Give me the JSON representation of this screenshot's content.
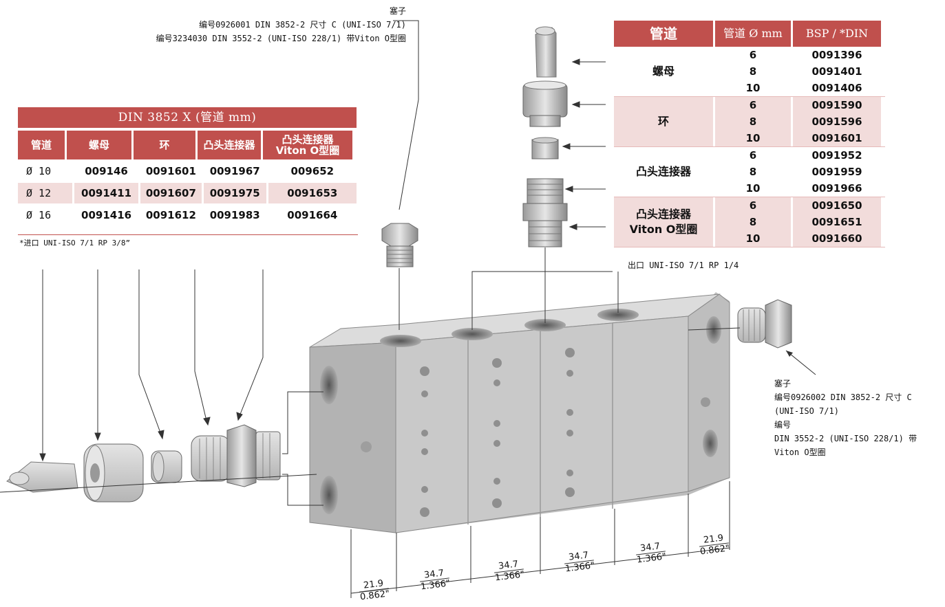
{
  "plug_top": {
    "title": "塞子",
    "line1": "编号0926001 DIN 3852-2 尺寸 C (UNI-ISO 7/1)",
    "line2": "编号3234030 DIN 3552-2 (UNI-ISO 228/1) 带Viton O型圈"
  },
  "plug_right": {
    "title": "塞子",
    "line1": "编号0926002 DIN 3852-2 尺寸 C",
    "line2": "(UNI-ISO 7/1)",
    "line3": "编号",
    "line4": "DIN 3552-2 (UNI-ISO 228/1) 带",
    "line5": "Viton O型圈"
  },
  "left_table": {
    "title": "DIN 3852 X (管道 mm)",
    "headers": [
      "管道",
      "螺母",
      "环",
      "凸头连接器",
      "凸头连接器\nViton O型圈"
    ],
    "rows": [
      [
        "Ø 10",
        "009146",
        "0091601",
        "0091967",
        "009652"
      ],
      [
        "Ø 12",
        "0091411",
        "0091607",
        "0091975",
        "0091653"
      ],
      [
        "Ø 16",
        "0091416",
        "0091612",
        "0091983",
        "0091664"
      ]
    ],
    "note": "*进口 UNI-ISO 7/1 RP 3/8”"
  },
  "right_table": {
    "headers": [
      "管道",
      "管道 Ø mm",
      "BSP / *DIN"
    ],
    "groups": [
      {
        "name": "螺母",
        "sizes": [
          "6",
          "8",
          "10"
        ],
        "codes": [
          "0091396",
          "0091401",
          "0091406"
        ]
      },
      {
        "name": "环",
        "sizes": [
          "6",
          "8",
          "10"
        ],
        "codes": [
          "0091590",
          "0091596",
          "0091601"
        ]
      },
      {
        "name": "凸头连接器",
        "sizes": [
          "6",
          "8",
          "10"
        ],
        "codes": [
          "0091952",
          "0091959",
          "0091966"
        ]
      },
      {
        "name": "凸头连接器\nViton O型圈",
        "sizes": [
          "6",
          "8",
          "10"
        ],
        "codes": [
          "0091650",
          "0091651",
          "0091660"
        ]
      }
    ],
    "note": "出口 UNI-ISO 7/1 RP 1/4"
  },
  "dimensions": [
    {
      "mm": "21.9",
      "in": "0.862\""
    },
    {
      "mm": "34.7",
      "in": "1.366\""
    },
    {
      "mm": "34.7",
      "in": "1.366\""
    },
    {
      "mm": "34.7",
      "in": "1.366\""
    },
    {
      "mm": "34.7",
      "in": "1.366\""
    },
    {
      "mm": "21.9",
      "in": "0.862\""
    }
  ],
  "colors": {
    "header": "#c0504d",
    "shade": "#f2dcdb",
    "metal": "#c8c8c8"
  }
}
